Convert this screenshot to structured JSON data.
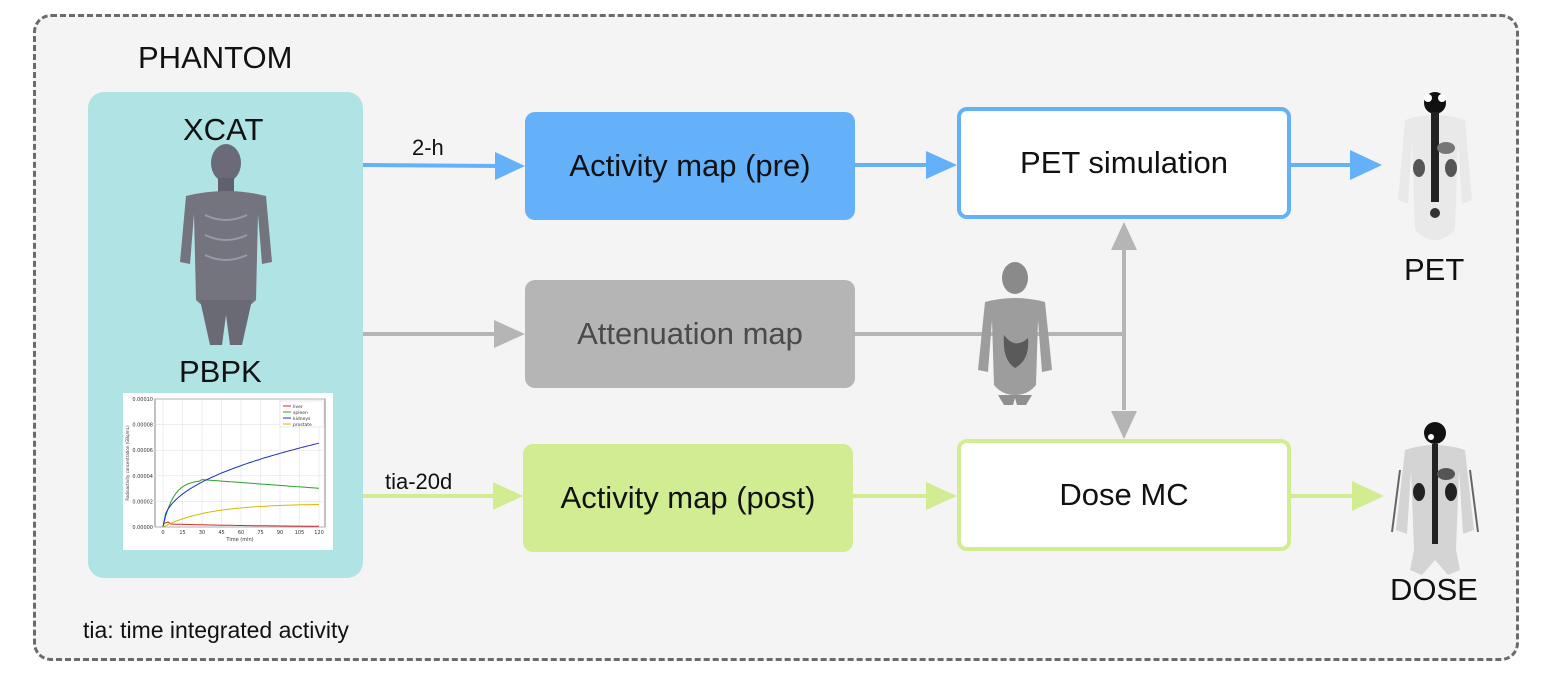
{
  "phantom": {
    "title": "PHANTOM",
    "xcat_label": "XCAT",
    "pbpk_label": "PBPK"
  },
  "edges": {
    "pre_label": "2-h",
    "post_label": "tia-20d"
  },
  "boxes": {
    "activity_pre": "Activity map (pre)",
    "attenuation": "Attenuation map",
    "activity_post": "Activity map (post)",
    "pet_simulation": "PET simulation",
    "dose_mc": "Dose MC"
  },
  "outputs": {
    "pet": "PET",
    "dose": "DOSE"
  },
  "footnote": "tia: time integrated activity",
  "colors": {
    "blue": "#64b0f9",
    "gray": "#b5b5b5",
    "green": "#d2ec92",
    "panel": "#b0e3e4"
  },
  "pbpk_chart": {
    "legend": [
      "liver",
      "spleen",
      "kidneys",
      "prostate"
    ],
    "series_colors": [
      "#d62728",
      "#2ca02c",
      "#1f2fd0",
      "#d4b800"
    ],
    "y_ticks": [
      "0.00000",
      "0.00002",
      "0.00004",
      "0.00006",
      "0.00008",
      "0.00010"
    ],
    "x_ticks": [
      "0",
      "15",
      "30",
      "45",
      "60",
      "75",
      "90",
      "105",
      "120"
    ],
    "x_label": "Time (min)",
    "y_label": "Radioactivity concentration (GBq/mL)"
  }
}
